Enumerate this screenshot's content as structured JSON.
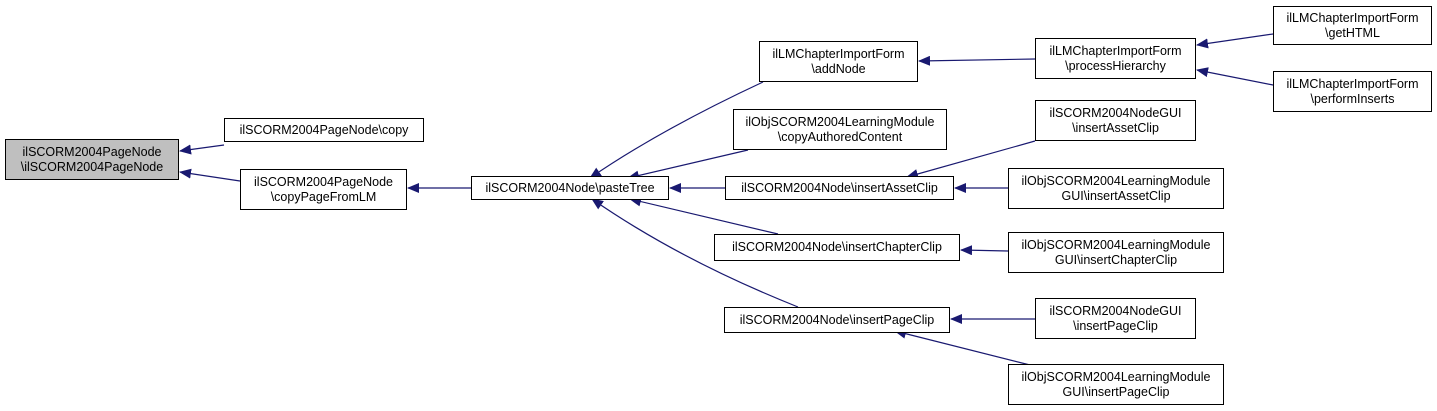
{
  "nodes": {
    "root": {
      "line1": "ilSCORM2004PageNode",
      "line2": "\\ilSCORM2004PageNode"
    },
    "copy": {
      "line1": "ilSCORM2004PageNode\\copy"
    },
    "copyPageFromLM": {
      "line1": "ilSCORM2004PageNode",
      "line2": "\\copyPageFromLM"
    },
    "pasteTree": {
      "line1": "ilSCORM2004Node\\pasteTree"
    },
    "lmAddNode": {
      "line1": "ilLMChapterImportForm",
      "line2": "\\addNode"
    },
    "copyAuthored": {
      "line1": "ilObjSCORM2004LearningModule",
      "line2": "\\copyAuthoredContent"
    },
    "insertAssetClip": {
      "line1": "ilSCORM2004Node\\insertAssetClip"
    },
    "insertChapterClip": {
      "line1": "ilSCORM2004Node\\insertChapterClip"
    },
    "insertPageClip": {
      "line1": "ilSCORM2004Node\\insertPageClip"
    },
    "processHierarchy": {
      "line1": "ilLMChapterImportForm",
      "line2": "\\processHierarchy"
    },
    "getHTML": {
      "line1": "ilLMChapterImportForm",
      "line2": "\\getHTML"
    },
    "performInserts": {
      "line1": "ilLMChapterImportForm",
      "line2": "\\performInserts"
    },
    "nodeGuiAsset": {
      "line1": "ilSCORM2004NodeGUI",
      "line2": "\\insertAssetClip"
    },
    "lmGuiAsset": {
      "line1": "ilObjSCORM2004LearningModule",
      "line2": "GUI\\insertAssetClip"
    },
    "lmGuiChapter": {
      "line1": "ilObjSCORM2004LearningModule",
      "line2": "GUI\\insertChapterClip"
    },
    "nodeGuiPage": {
      "line1": "ilSCORM2004NodeGUI",
      "line2": "\\insertPageClip"
    },
    "lmGuiPage": {
      "line1": "ilObjSCORM2004LearningModule",
      "line2": "GUI\\insertPageClip"
    }
  },
  "edges": [
    {
      "from": "copy",
      "to": "root"
    },
    {
      "from": "copyPageFromLM",
      "to": "root"
    },
    {
      "from": "pasteTree",
      "to": "copyPageFromLM"
    },
    {
      "from": "lmAddNode",
      "to": "pasteTree"
    },
    {
      "from": "copyAuthored",
      "to": "pasteTree"
    },
    {
      "from": "insertAssetClip",
      "to": "pasteTree"
    },
    {
      "from": "insertChapterClip",
      "to": "pasteTree"
    },
    {
      "from": "insertPageClip",
      "to": "pasteTree"
    },
    {
      "from": "processHierarchy",
      "to": "lmAddNode"
    },
    {
      "from": "getHTML",
      "to": "processHierarchy"
    },
    {
      "from": "performInserts",
      "to": "processHierarchy"
    },
    {
      "from": "nodeGuiAsset",
      "to": "insertAssetClip"
    },
    {
      "from": "lmGuiAsset",
      "to": "insertAssetClip"
    },
    {
      "from": "lmGuiChapter",
      "to": "insertChapterClip"
    },
    {
      "from": "nodeGuiPage",
      "to": "insertPageClip"
    },
    {
      "from": "lmGuiPage",
      "to": "insertPageClip"
    }
  ],
  "colors": {
    "edge": "#191970",
    "border": "#000000",
    "root_fill": "#bfbfbf",
    "node_fill": "#ffffff"
  }
}
